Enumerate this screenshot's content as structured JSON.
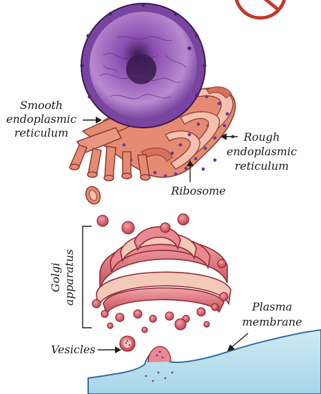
{
  "labels": {
    "smooth_er": [
      "Smooth",
      "endoplasmic",
      "reticulum"
    ],
    "rough_er": [
      "Rough",
      "endoplasmic",
      "reticulum"
    ],
    "ribosome": "Ribosome",
    "golgi": [
      "Golgi",
      "apparatus"
    ],
    "plasma_membrane": [
      "Plasma",
      "membrane"
    ],
    "vesicles": "Vesicles"
  },
  "colors": {
    "nucleus": "#8a4cb0",
    "nucleus_dark": "#5a2a78",
    "er_fill": "#e58a73",
    "er_stroke": "#8c3a2e",
    "golgi_fill": "#d9646c",
    "golgi_light": "#f3c9b8",
    "membrane_fill": "#bfe3ef",
    "membrane_stroke": "#2d6f9c",
    "ribosome": "#6a3a9a",
    "no_sign": "#c0392b"
  }
}
